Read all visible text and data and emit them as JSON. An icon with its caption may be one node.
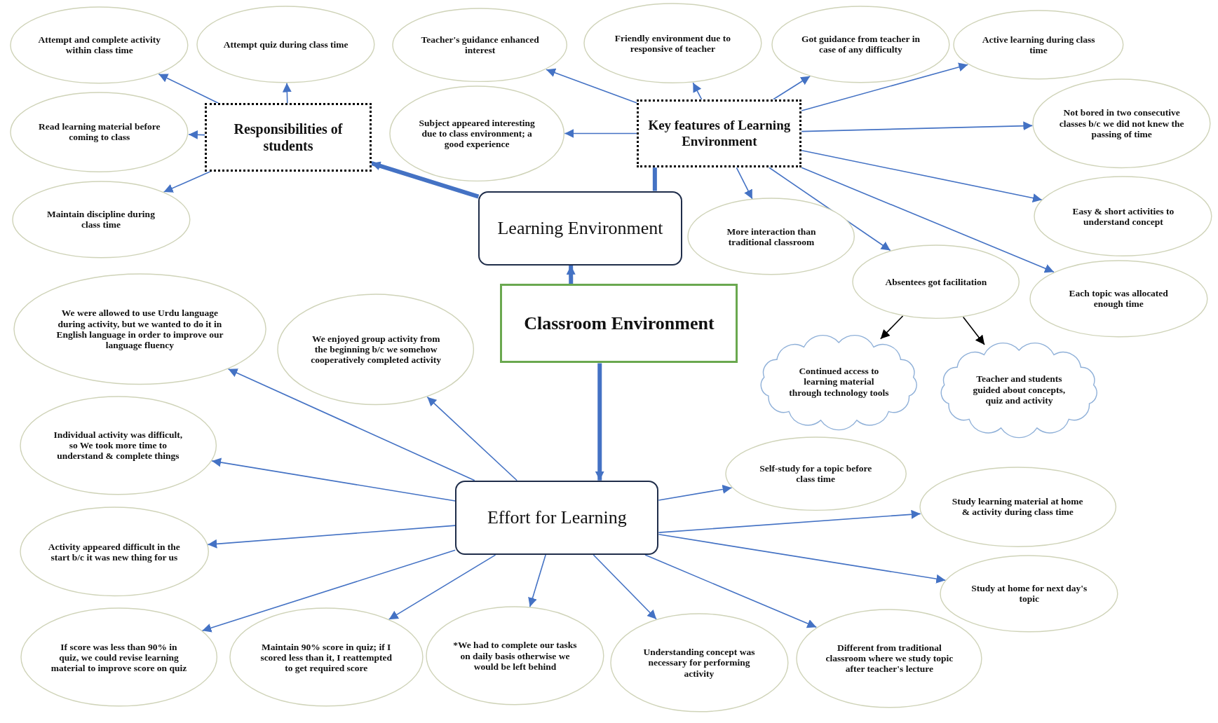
{
  "diagram": {
    "nodes": [
      {
        "text": [
          "Classroom Environment"
        ]
      },
      {
        "text": [
          "Learning Environment"
        ]
      },
      {
        "text": [
          "Responsibilities of students"
        ]
      },
      {
        "text": [
          "Key features of Learning Environment"
        ]
      },
      {
        "text": [
          "Effort for Learning"
        ]
      },
      {
        "text": [
          "Attempt and complete activity within class time"
        ]
      },
      {
        "text": [
          "Attempt quiz during class time"
        ]
      },
      {
        "text": [
          "Read learning material before coming to class"
        ]
      },
      {
        "text": [
          "Maintain discipline during class time"
        ]
      },
      {
        "text": [
          "Teacher's guidance enhanced interest"
        ]
      },
      {
        "text": [
          "Friendly environment due to responsive of teacher"
        ]
      },
      {
        "text": [
          "Subject appeared interesting due to class environment; a good experience"
        ]
      },
      {
        "text": [
          "Got guidance from teacher in case of any difficulty"
        ]
      },
      {
        "text": [
          "Active learning during class time"
        ]
      },
      {
        "text": [
          "Not bored in two consecutive classes b/c we did not knew the passing of time"
        ]
      },
      {
        "text": [
          "More interaction than traditional classroom"
        ]
      },
      {
        "text": [
          "Easy & short activities to understand concept"
        ]
      },
      {
        "text": [
          "Absentees got facilitation"
        ]
      },
      {
        "text": [
          "Each topic was allocated enough time"
        ]
      },
      {
        "text": [
          "Continued access to learning material through technology tools"
        ]
      },
      {
        "text": [
          "Teacher and students guided about concepts, quiz and activity"
        ]
      },
      {
        "text": [
          "We were allowed to use Urdu language during activity, but we wanted to do it in English language in order to improve our language fluency"
        ]
      },
      {
        "text": [
          "We enjoyed group activity from the beginning b/c we somehow cooperatively completed activity"
        ]
      },
      {
        "text": [
          "Individual activity was difficult, so We took more time to understand & complete things"
        ]
      },
      {
        "text": [
          "Activity appeared difficult in the start b/c it was new thing for us"
        ]
      },
      {
        "text": [
          "If score was less than 90% in quiz, we could revise learning material to improve score on quiz"
        ]
      },
      {
        "text": [
          "Maintain 90% score in quiz; if I scored less than it, I reattempted to get required score"
        ]
      },
      {
        "text": [
          "*We had to complete our tasks on daily basis otherwise we would be left behind"
        ]
      },
      {
        "text": [
          "Understanding concept was necessary for performing activity"
        ]
      },
      {
        "text": [
          "Different from traditional classroom where we study topic after teacher's lecture"
        ]
      },
      {
        "text": [
          "Self-study for a topic before class time"
        ]
      },
      {
        "text": [
          "Study learning material at home & activity during class time"
        ]
      },
      {
        "text": [
          "Study at home for next day's topic"
        ]
      }
    ],
    "edges": [
      {
        "from": 0,
        "to": 1,
        "arrow": "to",
        "style": "thick"
      },
      {
        "from": 0,
        "to": 4,
        "arrow": "to",
        "style": "thick"
      },
      {
        "from": 1,
        "to": 2,
        "arrow": "to",
        "style": "thick"
      },
      {
        "from": 1,
        "to": 3,
        "arrow": "none",
        "style": "thick"
      },
      {
        "from": 2,
        "to": 5,
        "arrow": "to"
      },
      {
        "from": 2,
        "to": 6,
        "arrow": "to"
      },
      {
        "from": 2,
        "to": 7,
        "arrow": "to"
      },
      {
        "from": 2,
        "to": 8,
        "arrow": "to"
      },
      {
        "from": 3,
        "to": 9,
        "arrow": "to"
      },
      {
        "from": 3,
        "to": 10,
        "arrow": "to"
      },
      {
        "from": 3,
        "to": 11,
        "arrow": "to"
      },
      {
        "from": 3,
        "to": 12,
        "arrow": "to"
      },
      {
        "from": 3,
        "to": 13,
        "arrow": "to"
      },
      {
        "from": 3,
        "to": 14,
        "arrow": "to"
      },
      {
        "from": 3,
        "to": 15,
        "arrow": "to"
      },
      {
        "from": 3,
        "to": 16,
        "arrow": "to"
      },
      {
        "from": 3,
        "to": 17,
        "arrow": "to"
      },
      {
        "from": 3,
        "to": 18,
        "arrow": "to"
      },
      {
        "from": 17,
        "to": 19,
        "arrow": "to",
        "color": "#000000"
      },
      {
        "from": 17,
        "to": 20,
        "arrow": "to",
        "color": "#000000"
      },
      {
        "from": 4,
        "to": 21,
        "arrow": "to"
      },
      {
        "from": 4,
        "to": 22,
        "arrow": "to"
      },
      {
        "from": 4,
        "to": 23,
        "arrow": "to"
      },
      {
        "from": 4,
        "to": 24,
        "arrow": "to"
      },
      {
        "from": 4,
        "to": 25,
        "arrow": "to"
      },
      {
        "from": 4,
        "to": 26,
        "arrow": "to"
      },
      {
        "from": 4,
        "to": 27,
        "arrow": "to"
      },
      {
        "from": 4,
        "to": 28,
        "arrow": "to"
      },
      {
        "from": 4,
        "to": 29,
        "arrow": "to"
      },
      {
        "from": 4,
        "to": 30,
        "arrow": "to"
      },
      {
        "from": 4,
        "to": 31,
        "arrow": "to"
      },
      {
        "from": 4,
        "to": 32,
        "arrow": "to"
      }
    ]
  }
}
